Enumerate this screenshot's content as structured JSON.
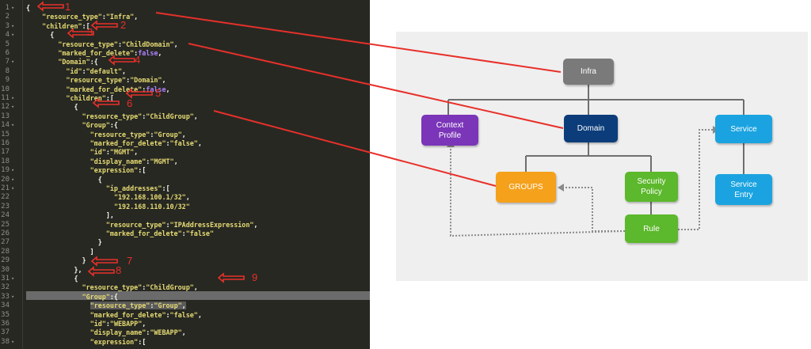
{
  "code_lines": [
    {
      "n": "1",
      "f": "▾",
      "tokens": [
        {
          "t": "{",
          "c": "p"
        }
      ]
    },
    {
      "n": "2",
      "f": "",
      "tokens": [
        {
          "t": "    ",
          "c": "p"
        },
        {
          "t": "\"resource_type\"",
          "c": "k"
        },
        {
          "t": ":",
          "c": "p"
        },
        {
          "t": "\"Infra\"",
          "c": "s"
        },
        {
          "t": ",",
          "c": "p"
        }
      ]
    },
    {
      "n": "3",
      "f": "▾",
      "tokens": [
        {
          "t": "    ",
          "c": "p"
        },
        {
          "t": "\"children\"",
          "c": "k"
        },
        {
          "t": ":[",
          "c": "p"
        }
      ]
    },
    {
      "n": "4",
      "f": "▾",
      "tokens": [
        {
          "t": "      {",
          "c": "p"
        }
      ]
    },
    {
      "n": "5",
      "f": "",
      "tokens": [
        {
          "t": "        ",
          "c": "p"
        },
        {
          "t": "\"resource_type\"",
          "c": "k"
        },
        {
          "t": ":",
          "c": "p"
        },
        {
          "t": "\"ChildDomain\"",
          "c": "s"
        },
        {
          "t": ",",
          "c": "p"
        }
      ]
    },
    {
      "n": "6",
      "f": "",
      "tokens": [
        {
          "t": "        ",
          "c": "p"
        },
        {
          "t": "\"marked_for_delete\"",
          "c": "k"
        },
        {
          "t": ":",
          "c": "p"
        },
        {
          "t": "false",
          "c": "kw"
        },
        {
          "t": ",",
          "c": "p"
        }
      ]
    },
    {
      "n": "7",
      "f": "▾",
      "tokens": [
        {
          "t": "        ",
          "c": "p"
        },
        {
          "t": "\"Domain\"",
          "c": "k"
        },
        {
          "t": ":{",
          "c": "p"
        }
      ]
    },
    {
      "n": "8",
      "f": "",
      "tokens": [
        {
          "t": "          ",
          "c": "p"
        },
        {
          "t": "\"id\"",
          "c": "k"
        },
        {
          "t": ":",
          "c": "p"
        },
        {
          "t": "\"default\"",
          "c": "s"
        },
        {
          "t": ",",
          "c": "p"
        }
      ]
    },
    {
      "n": "9",
      "f": "",
      "tokens": [
        {
          "t": "          ",
          "c": "p"
        },
        {
          "t": "\"resource_type\"",
          "c": "k"
        },
        {
          "t": ":",
          "c": "p"
        },
        {
          "t": "\"Domain\"",
          "c": "s"
        },
        {
          "t": ",",
          "c": "p"
        }
      ]
    },
    {
      "n": "10",
      "f": "",
      "tokens": [
        {
          "t": "          ",
          "c": "p"
        },
        {
          "t": "\"marked_for_delete\"",
          "c": "k"
        },
        {
          "t": ":",
          "c": "p"
        },
        {
          "t": "false",
          "c": "kw"
        },
        {
          "t": ",",
          "c": "p"
        }
      ]
    },
    {
      "n": "11",
      "f": "▾",
      "tokens": [
        {
          "t": "          ",
          "c": "p"
        },
        {
          "t": "\"children\"",
          "c": "k"
        },
        {
          "t": ":[",
          "c": "p"
        }
      ]
    },
    {
      "n": "12",
      "f": "▾",
      "tokens": [
        {
          "t": "            {",
          "c": "p"
        }
      ]
    },
    {
      "n": "13",
      "f": "",
      "tokens": [
        {
          "t": "              ",
          "c": "p"
        },
        {
          "t": "\"resource_type\"",
          "c": "k"
        },
        {
          "t": ":",
          "c": "p"
        },
        {
          "t": "\"ChildGroup\"",
          "c": "s"
        },
        {
          "t": ",",
          "c": "p"
        }
      ]
    },
    {
      "n": "14",
      "f": "▾",
      "tokens": [
        {
          "t": "              ",
          "c": "p"
        },
        {
          "t": "\"Group\"",
          "c": "k"
        },
        {
          "t": ":{",
          "c": "p"
        }
      ]
    },
    {
      "n": "15",
      "f": "",
      "tokens": [
        {
          "t": "                ",
          "c": "p"
        },
        {
          "t": "\"resource_type\"",
          "c": "k"
        },
        {
          "t": ":",
          "c": "p"
        },
        {
          "t": "\"Group\"",
          "c": "s"
        },
        {
          "t": ",",
          "c": "p"
        }
      ]
    },
    {
      "n": "16",
      "f": "",
      "tokens": [
        {
          "t": "                ",
          "c": "p"
        },
        {
          "t": "\"marked_for_delete\"",
          "c": "k"
        },
        {
          "t": ":",
          "c": "p"
        },
        {
          "t": "\"false\"",
          "c": "s"
        },
        {
          "t": ",",
          "c": "p"
        }
      ]
    },
    {
      "n": "17",
      "f": "",
      "tokens": [
        {
          "t": "                ",
          "c": "p"
        },
        {
          "t": "\"id\"",
          "c": "k"
        },
        {
          "t": ":",
          "c": "p"
        },
        {
          "t": "\"MGMT\"",
          "c": "s"
        },
        {
          "t": ",",
          "c": "p"
        }
      ]
    },
    {
      "n": "18",
      "f": "",
      "tokens": [
        {
          "t": "                ",
          "c": "p"
        },
        {
          "t": "\"display_name\"",
          "c": "k"
        },
        {
          "t": ":",
          "c": "p"
        },
        {
          "t": "\"MGMT\"",
          "c": "s"
        },
        {
          "t": ",",
          "c": "p"
        }
      ]
    },
    {
      "n": "19",
      "f": "▾",
      "tokens": [
        {
          "t": "                ",
          "c": "p"
        },
        {
          "t": "\"expression\"",
          "c": "k"
        },
        {
          "t": ":[",
          "c": "p"
        }
      ]
    },
    {
      "n": "20",
      "f": "▾",
      "tokens": [
        {
          "t": "                  {",
          "c": "p"
        }
      ]
    },
    {
      "n": "21",
      "f": "▾",
      "tokens": [
        {
          "t": "                    ",
          "c": "p"
        },
        {
          "t": "\"ip_addresses\"",
          "c": "k"
        },
        {
          "t": ":[",
          "c": "p"
        }
      ]
    },
    {
      "n": "22",
      "f": "",
      "tokens": [
        {
          "t": "                      ",
          "c": "p"
        },
        {
          "t": "\"192.168.100.1/32\"",
          "c": "s"
        },
        {
          "t": ",",
          "c": "p"
        }
      ]
    },
    {
      "n": "23",
      "f": "",
      "tokens": [
        {
          "t": "                      ",
          "c": "p"
        },
        {
          "t": "\"192.168.110.10/32\"",
          "c": "s"
        }
      ]
    },
    {
      "n": "24",
      "f": "",
      "tokens": [
        {
          "t": "                    ],",
          "c": "p"
        }
      ]
    },
    {
      "n": "25",
      "f": "",
      "tokens": [
        {
          "t": "                    ",
          "c": "p"
        },
        {
          "t": "\"resource_type\"",
          "c": "k"
        },
        {
          "t": ":",
          "c": "p"
        },
        {
          "t": "\"IPAddressExpression\"",
          "c": "s"
        },
        {
          "t": ",",
          "c": "p"
        }
      ]
    },
    {
      "n": "26",
      "f": "",
      "tokens": [
        {
          "t": "                    ",
          "c": "p"
        },
        {
          "t": "\"marked_for_delete\"",
          "c": "k"
        },
        {
          "t": ":",
          "c": "p"
        },
        {
          "t": "\"false\"",
          "c": "s"
        }
      ]
    },
    {
      "n": "27",
      "f": "",
      "tokens": [
        {
          "t": "                  }",
          "c": "p"
        }
      ]
    },
    {
      "n": "28",
      "f": "",
      "tokens": [
        {
          "t": "                ]",
          "c": "p"
        }
      ]
    },
    {
      "n": "29",
      "f": "",
      "tokens": [
        {
          "t": "              }",
          "c": "p"
        }
      ]
    },
    {
      "n": "30",
      "f": "",
      "tokens": [
        {
          "t": "            },",
          "c": "p"
        }
      ]
    },
    {
      "n": "31",
      "f": "▾",
      "tokens": [
        {
          "t": "            {",
          "c": "p"
        }
      ]
    },
    {
      "n": "32",
      "f": "",
      "tokens": [
        {
          "t": "              ",
          "c": "p"
        },
        {
          "t": "\"resource_type\"",
          "c": "k"
        },
        {
          "t": ":",
          "c": "p"
        },
        {
          "t": "\"ChildGroup\"",
          "c": "s"
        },
        {
          "t": ",",
          "c": "p"
        }
      ]
    },
    {
      "n": "33",
      "f": "▾",
      "tokens": [
        {
          "t": "              ",
          "c": "p"
        },
        {
          "t": "\"Group\"",
          "c": "k"
        },
        {
          "t": ":{",
          "c": "p"
        }
      ]
    },
    {
      "n": "34",
      "f": "",
      "tokens": [
        {
          "t": "                ",
          "c": "p"
        },
        {
          "t": "\"resource_type\"",
          "c": "k"
        },
        {
          "t": ":",
          "c": "p"
        },
        {
          "t": "\"Group\"",
          "c": "s"
        },
        {
          "t": ",",
          "c": "p"
        }
      ]
    },
    {
      "n": "35",
      "f": "",
      "tokens": [
        {
          "t": "                ",
          "c": "p"
        },
        {
          "t": "\"marked_for_delete\"",
          "c": "k"
        },
        {
          "t": ":",
          "c": "p"
        },
        {
          "t": "\"false\"",
          "c": "s"
        },
        {
          "t": ",",
          "c": "p"
        }
      ]
    },
    {
      "n": "36",
      "f": "",
      "tokens": [
        {
          "t": "                ",
          "c": "p"
        },
        {
          "t": "\"id\"",
          "c": "k"
        },
        {
          "t": ":",
          "c": "p"
        },
        {
          "t": "\"WEBAPP\"",
          "c": "s"
        },
        {
          "t": ",",
          "c": "p"
        }
      ]
    },
    {
      "n": "37",
      "f": "",
      "tokens": [
        {
          "t": "                ",
          "c": "p"
        },
        {
          "t": "\"display_name\"",
          "c": "k"
        },
        {
          "t": ":",
          "c": "p"
        },
        {
          "t": "\"WEBAPP\"",
          "c": "s"
        },
        {
          "t": ",",
          "c": "p"
        }
      ]
    },
    {
      "n": "38",
      "f": "▾",
      "tokens": [
        {
          "t": "                ",
          "c": "p"
        },
        {
          "t": "\"expression\"",
          "c": "k"
        },
        {
          "t": ":[",
          "c": "p"
        }
      ]
    }
  ],
  "markers": [
    "1",
    "2",
    "3",
    "4",
    "5",
    "6",
    "7",
    "8",
    "9"
  ],
  "nodes": {
    "infra": "Infra",
    "context_profile": "Context\nProfile",
    "domain": "Domain",
    "service": "Service",
    "groups": "GROUPS",
    "security_policy": "Security\nPolicy",
    "service_entry": "Service\nEntry",
    "rule": "Rule"
  },
  "colors": {
    "infra": "#7a7a7a",
    "context_profile": "#7b35b8",
    "domain": "#0c3d7a",
    "service": "#1aa3e0",
    "groups": "#f5a11b",
    "security_policy": "#5cb82c",
    "service_entry": "#1aa3e0",
    "rule": "#5cb82c",
    "annotation": "#e8302a"
  }
}
